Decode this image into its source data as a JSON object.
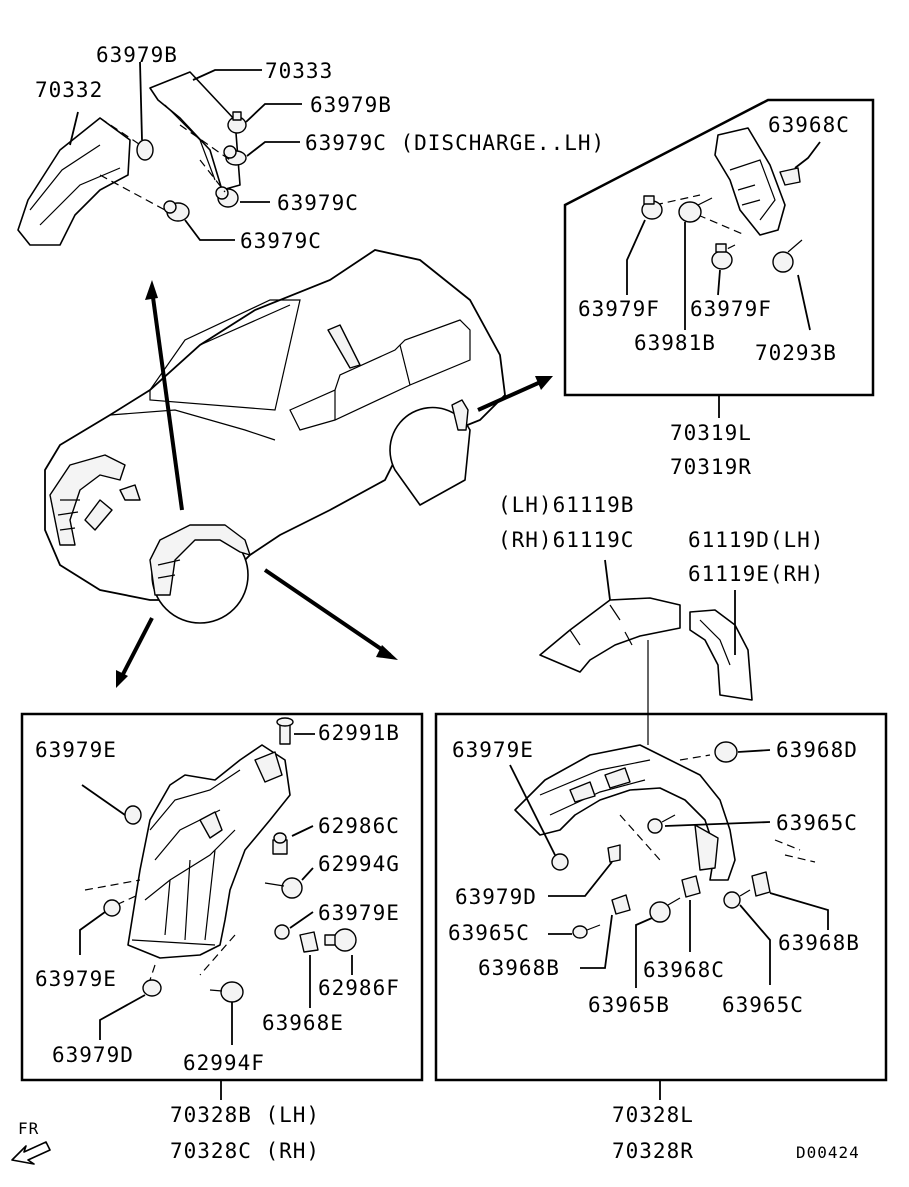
{
  "diagram_id": "D00424",
  "front_indicator": "FR",
  "top_group": {
    "labels": {
      "p70332": "70332",
      "p63979B_a": "63979B",
      "p70333": "70333",
      "p63979B_b": "63979B",
      "p63979C_discharge": "63979C (DISCHARGE..LH)",
      "p63979C_a": "63979C",
      "p63979C_b": "63979C"
    }
  },
  "rear_group": {
    "labels": {
      "p63968C": "63968C",
      "p63979F_a": "63979F",
      "p63979F_b": "63979F",
      "p63981B": "63981B",
      "p70293B": "70293B"
    },
    "assembly": [
      "70319L",
      "70319R"
    ]
  },
  "rear_liner": {
    "labels": {
      "p61119B": "(LH)61119B",
      "p61119C": "(RH)61119C",
      "p61119D": "61119D(LH)",
      "p61119E": "61119E(RH)"
    }
  },
  "front_box": {
    "labels": {
      "p63979E_a": "63979E",
      "p62991B": "62991B",
      "p62986C": "62986C",
      "p62994G": "62994G",
      "p63979E_b": "63979E",
      "p63979E_c": "63979E",
      "p62986F": "62986F",
      "p63968E": "63968E",
      "p63979D": "63979D",
      "p62994F": "62994F"
    },
    "assembly": [
      "70328B (LH)",
      "70328C (RH)"
    ]
  },
  "rear_box": {
    "labels": {
      "p63979E": "63979E",
      "p63968D": "63968D",
      "p63965C_a": "63965C",
      "p63979D": "63979D",
      "p63965C_b": "63965C",
      "p63968B_a": "63968B",
      "p63968C": "63968C",
      "p63968B_b": "63968B",
      "p63965B": "63965B",
      "p63965C_c": "63965C"
    },
    "assembly": [
      "70328L",
      "70328R"
    ]
  }
}
